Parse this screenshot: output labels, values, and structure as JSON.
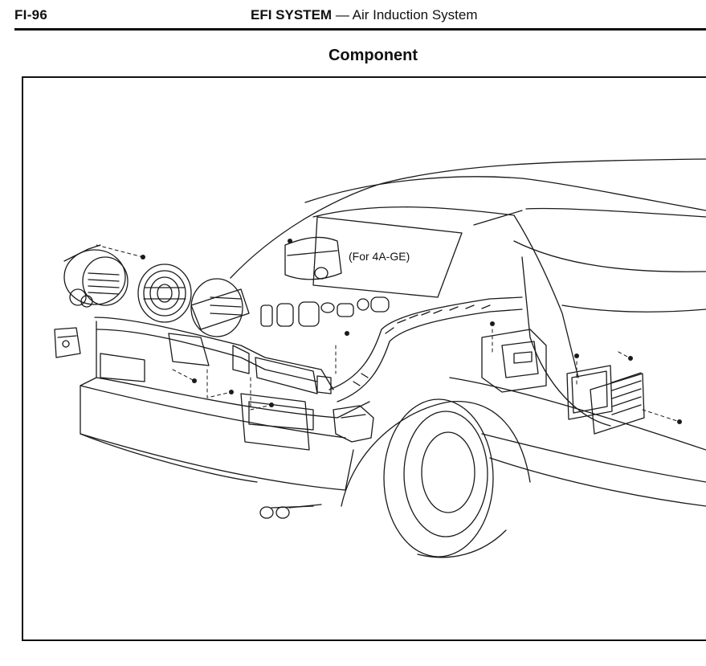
{
  "header": {
    "page_code": "FI-96",
    "section": "EFI SYSTEM",
    "separator": "—",
    "subsection": "Air Induction System"
  },
  "title": "Component",
  "diagram": {
    "callouts": [
      "(For 4A-GE)"
    ]
  }
}
